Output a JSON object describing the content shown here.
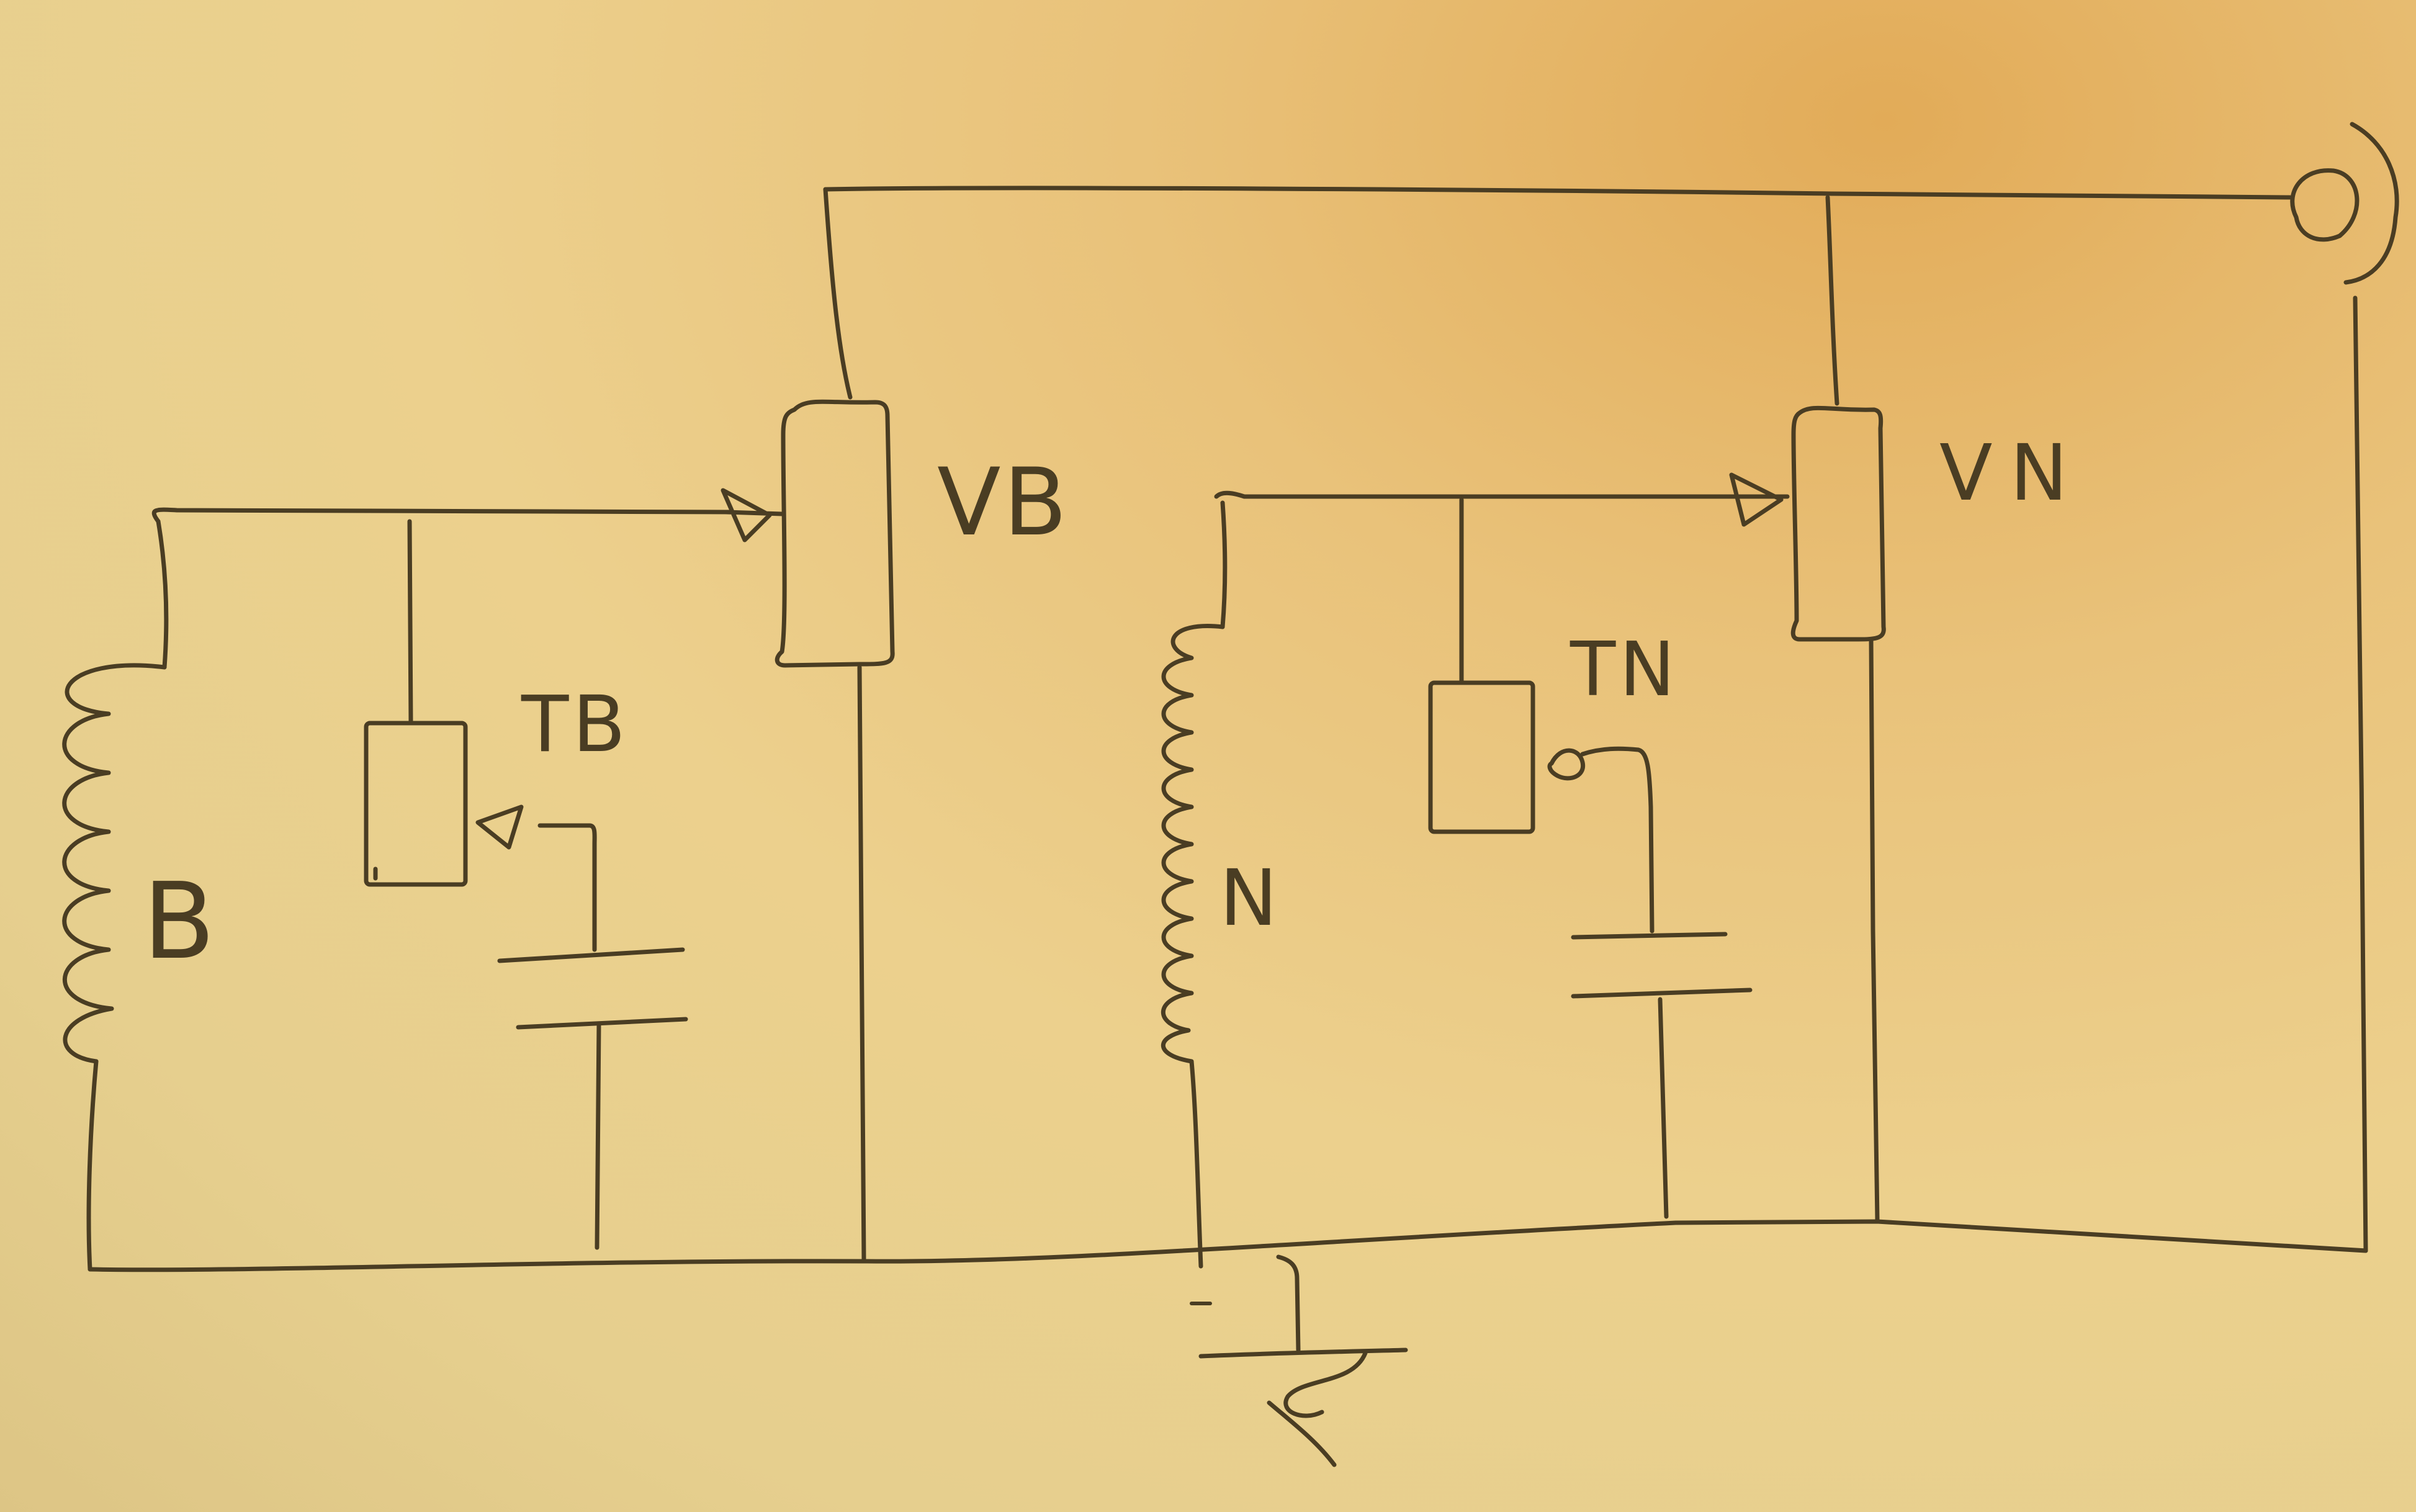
{
  "labels": {
    "coil_left": "B",
    "trimmer_left": "TB",
    "pot_left": "VB",
    "coil_right": "N",
    "trimmer_right": "TN",
    "pot_right": "VN"
  }
}
